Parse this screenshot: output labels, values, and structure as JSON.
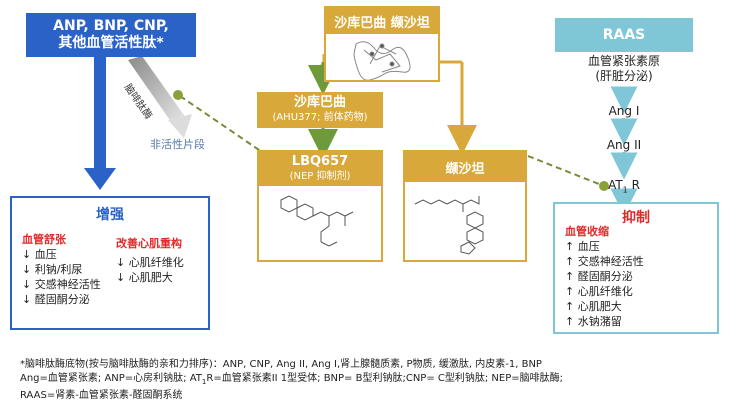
{
  "colors": {
    "blue": "#2a62c8",
    "gold": "#d9a83a",
    "green": "#6e9a3a",
    "teal": "#7fc7d7",
    "red": "#e02a2a"
  },
  "anp_box": {
    "line1": "ANP, BNP, CNP,",
    "line2": "其他血管活性肽*"
  },
  "nep_label": "脑啡肽酶",
  "inactive_label": "非活性片段",
  "combo_box": {
    "title": "沙库巴曲 缬沙坦"
  },
  "sacubitril_box": {
    "name": "沙库巴曲",
    "sub": "(AHU377; 前体药物)"
  },
  "lbq_box": {
    "name": "LBQ657",
    "sub": "(NEP 抑制剂)"
  },
  "valsartan_box": {
    "name": "缬沙坦"
  },
  "raas": {
    "title": "RAAS",
    "precursor": "血管紧张素原",
    "precursor_sub": "(肝脏分泌)",
    "ang1": "Ang I",
    "ang2": "Ang II",
    "at1r_prefix": "AT",
    "at1r_sub": "1",
    "at1r_suffix": " R"
  },
  "enhance": {
    "title": "增强",
    "col1_heading": "血管舒张",
    "col1_items": [
      "↓ 血压",
      "↓ 利钠/利尿",
      "↓ 交感神经活性",
      "↓ 醛固酮分泌"
    ],
    "col2_heading": "改善心肌重构",
    "col2_items": [
      "↓ 心肌纤维化",
      "↓ 心肌肥大"
    ]
  },
  "inhibit": {
    "title": "抑制",
    "heading": "血管收缩",
    "items": [
      "↑ 血压",
      "↑ 交感神经活性",
      "↑ 醛固酮分泌",
      "↑ 心肌纤维化",
      "↑ 心肌肥大",
      "↑ 水钠潴留"
    ]
  },
  "footnote": {
    "line1": "*脑啡肽酶底物(按与脑啡肽酶的亲和力排序)：ANP, CNP, Ang II, Ang I,肾上腺髓质素, P物质, 缓激肽, 内皮素-1, BNP",
    "line2_a": "Ang=血管紧张素; ANP=心房利钠肽; AT",
    "line2_sub": "1",
    "line2_b": "R=血管紧张素II 1型受体; BNP= B型利钠肽;CNP= C型利钠肽; NEP=脑啡肽酶;",
    "line3": "RAAS=肾素-血管紧张素-醛固酮系统"
  }
}
